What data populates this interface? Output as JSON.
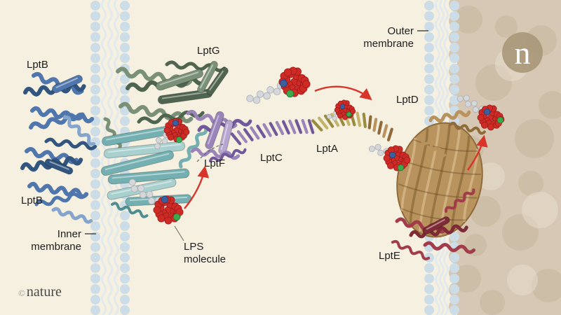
{
  "background": {
    "canvas": "#f6f0e0"
  },
  "branding": {
    "copyright_symbol": "©",
    "brand": "nature",
    "logo_letter": "n"
  },
  "labels": {
    "lptb_top": "LptB",
    "lptb_bottom": "LptB",
    "lptg": "LptG",
    "lptf": "LptF",
    "lptc": "LptC",
    "lpta": "LptA",
    "lptd": "LptD",
    "lpte": "LptE",
    "inner_membrane_line1": "Inner",
    "inner_membrane_line2": "membrane",
    "outer_membrane_line1": "Outer",
    "outer_membrane_line2": "membrane",
    "lps_line1": "LPS",
    "lps_line2": "molecule"
  },
  "colors": {
    "membrane_lipid": "#ccdde8",
    "membrane_tail": "#dfe9ef",
    "outer_region": "#d6c8b4",
    "outer_blob": "#c4b29a",
    "logo_circle": "#a99878",
    "lptb_blue": "#4f76ad",
    "lptb_blue_dark": "#31557f",
    "lptg_green": "#7a9178",
    "lptg_green_dark": "#4f6550",
    "helix_teal": "#74b0b2",
    "helix_teal_light": "#a8d0cf",
    "lptf_purple": "#9b84ba",
    "purple_dark": "#71589a",
    "lpta_tan": "#c4b469",
    "lpta_dark": "#9a8c3f",
    "lptd_brown": "#b8935e",
    "lptd_brown_dark": "#8f6b3a",
    "lpte_red": "#a33c4a",
    "lps_red": "#cf2b26",
    "lps_red_dark": "#9e1b18",
    "sphere_gray": "#d5d7da",
    "sphere_gray_dark": "#aab0b6",
    "sphere_blue": "#3c5f9e",
    "sphere_green": "#3da84c",
    "arrow_red": "#d8342a"
  }
}
